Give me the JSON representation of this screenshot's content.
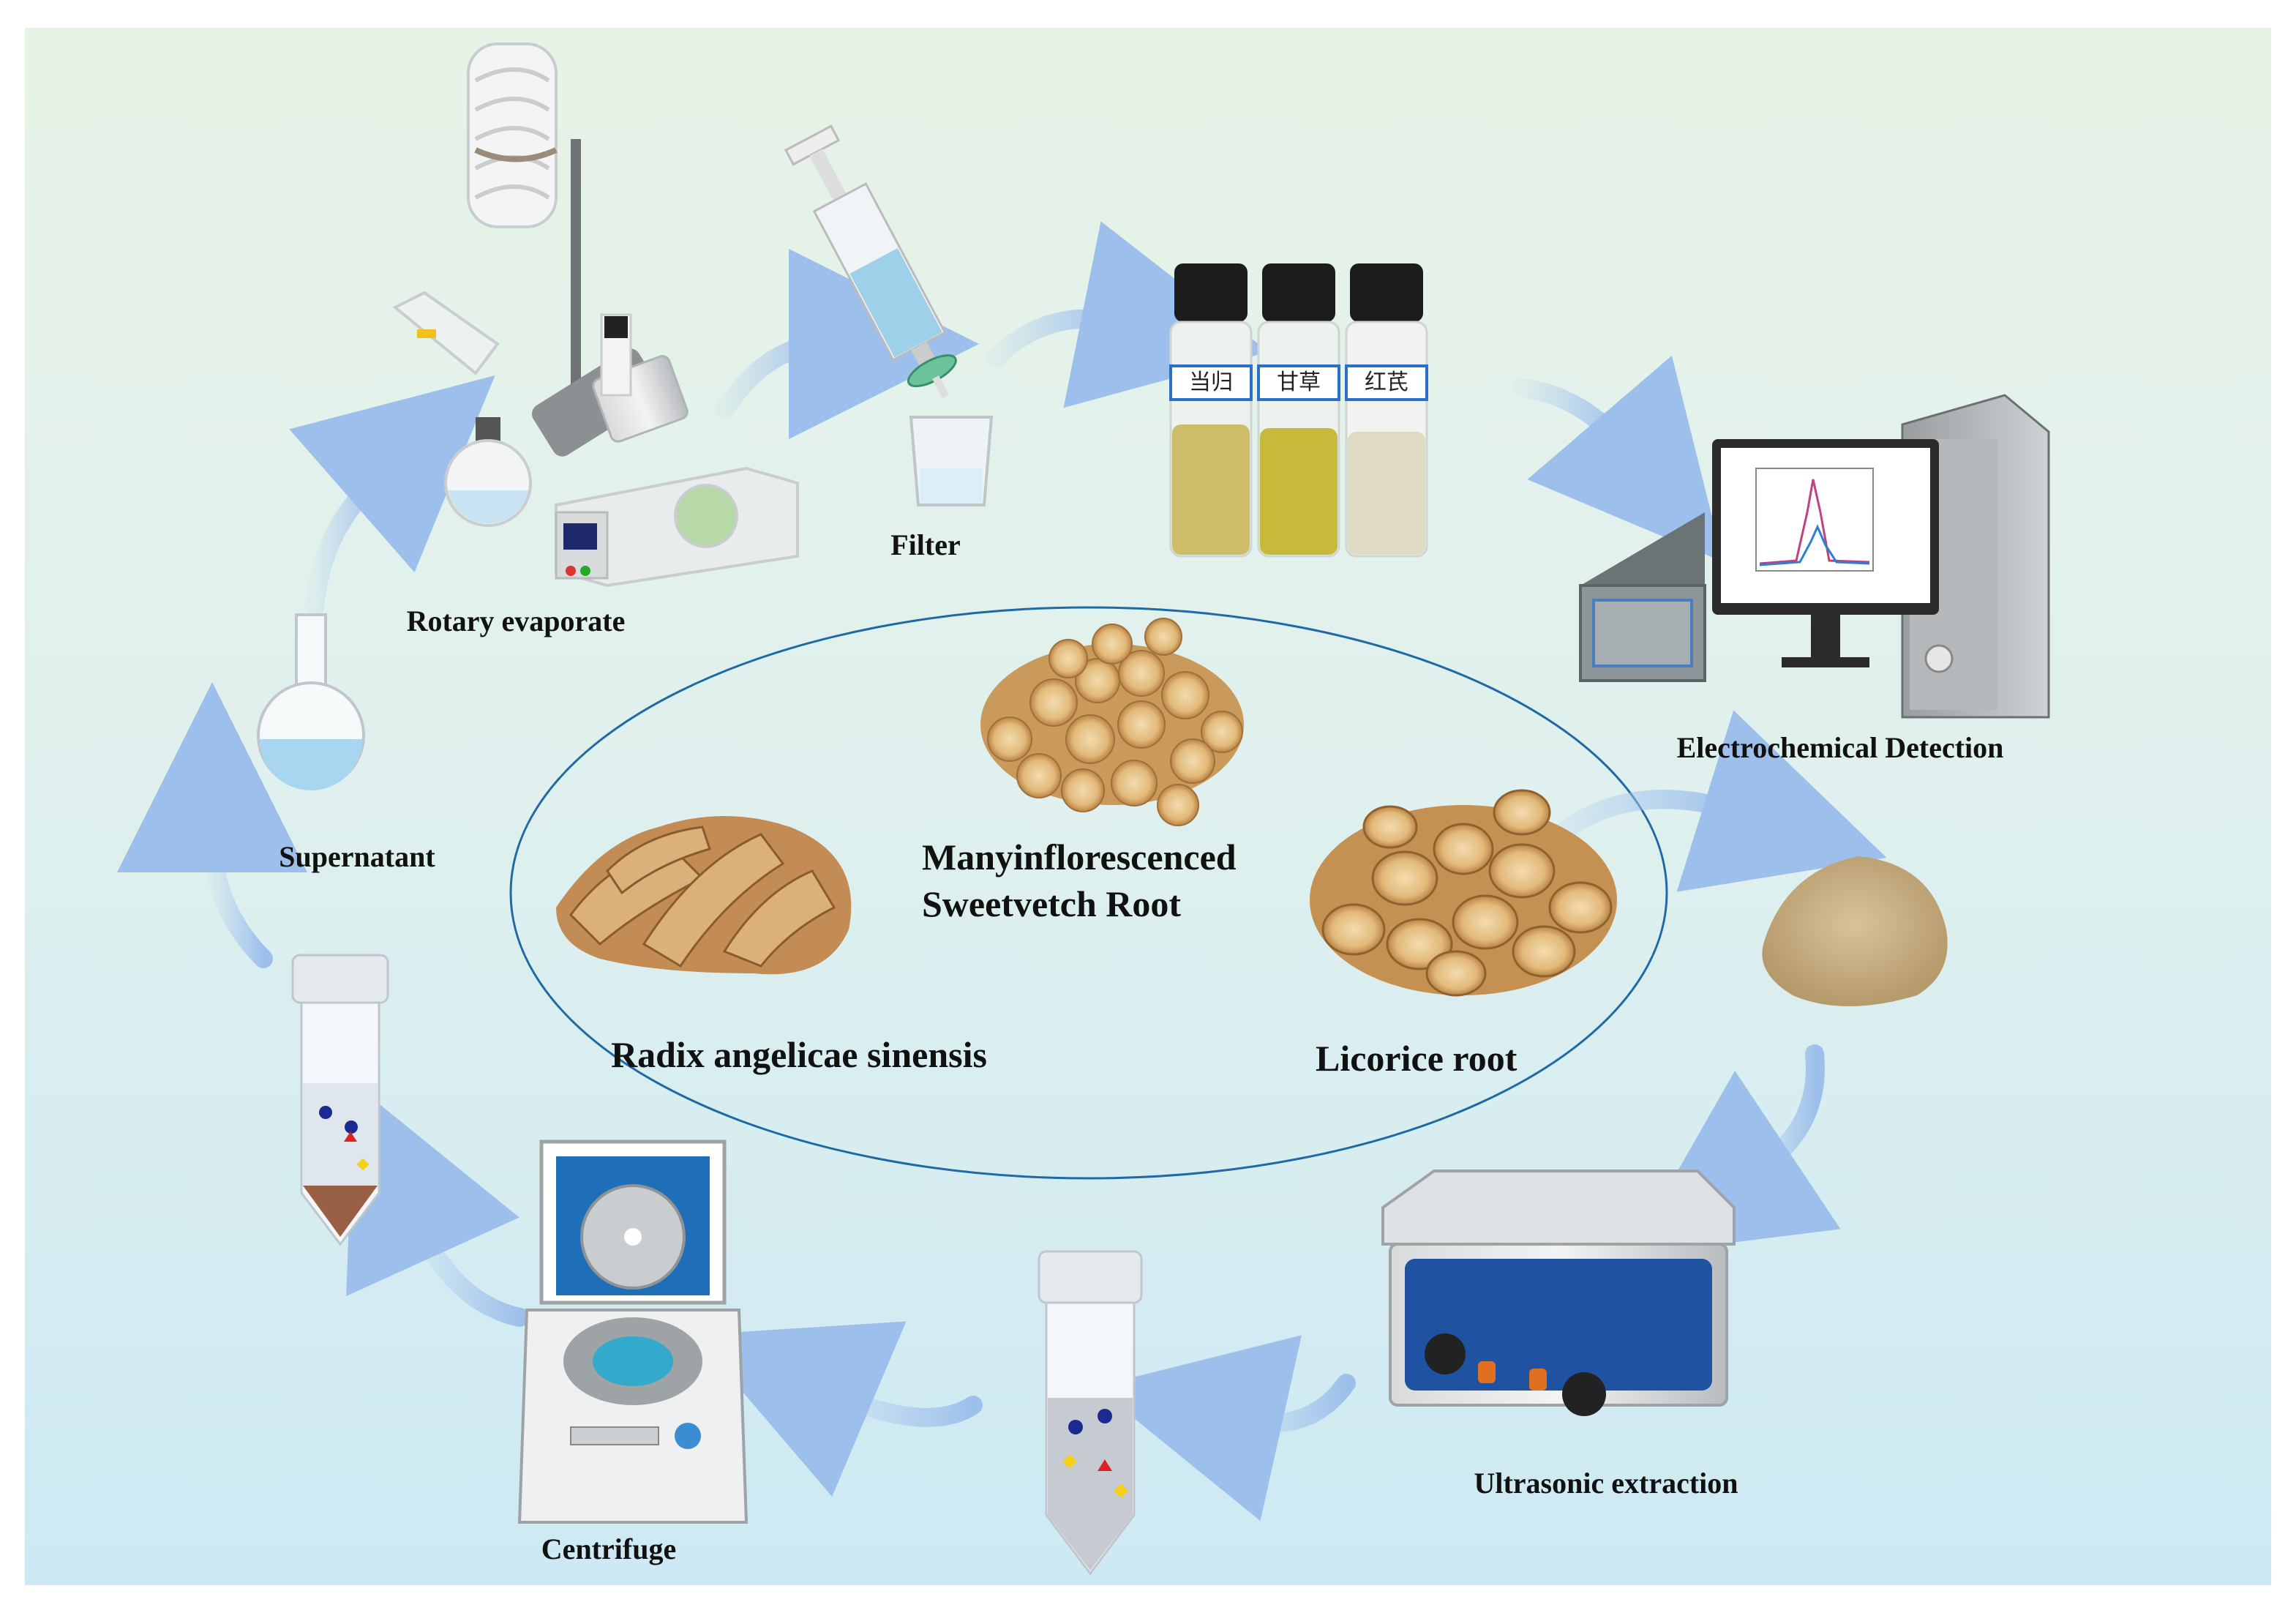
{
  "steps": {
    "rotary_evaporate": "Rotary evaporate",
    "filter": "Filter",
    "electrochemical_detection": "Electrochemical Detection",
    "supernatant": "Supernatant",
    "ultrasonic_extraction": "Ultrasonic extraction",
    "centrifuge": "Centrifuge"
  },
  "herbs": {
    "hedysarum_line1": "Manyinflorescenced",
    "hedysarum_line2": "Sweetvetch Root",
    "angelica": "Radix angelicae sinensis",
    "licorice": "Licorice root"
  },
  "vial_labels": [
    "当归",
    "甘草",
    "红芪"
  ],
  "colors": {
    "bg_top": "#e6f2e6",
    "bg_bottom": "#cfe9f2",
    "ellipse": "#1f6aa5",
    "arrow": "#a9c8ee",
    "text": "#111111"
  }
}
